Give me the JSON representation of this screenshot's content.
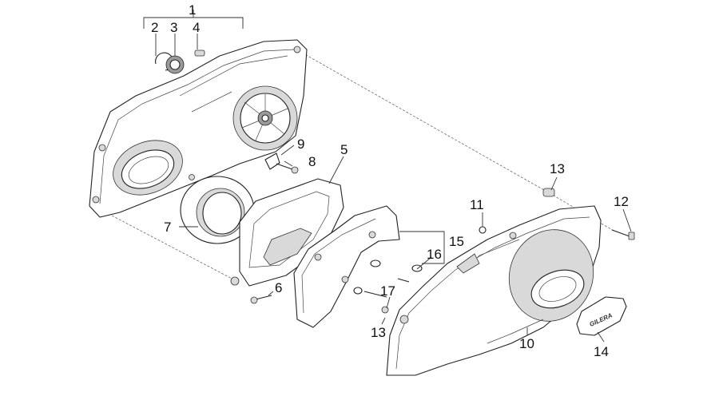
{
  "callouts": {
    "c1": "1",
    "c2": "2",
    "c3": "3",
    "c4": "4",
    "c5": "5",
    "c6": "6",
    "c7": "7",
    "c8": "8",
    "c9": "9",
    "c10": "10",
    "c11": "11",
    "c12": "12",
    "c13a": "13",
    "c13b": "13",
    "c14": "14",
    "c15": "15",
    "c16": "16",
    "c17": "17"
  },
  "emblem_text": "GILERA",
  "colors": {
    "line": "#222222",
    "shade": "#d9d9d9",
    "background": "#ffffff"
  }
}
